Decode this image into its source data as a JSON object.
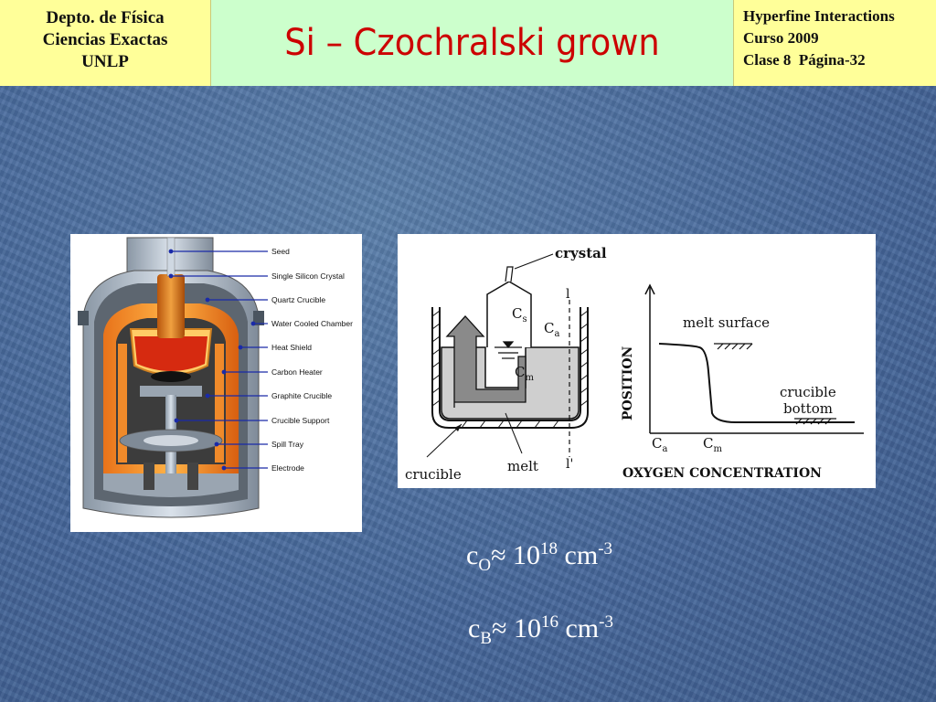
{
  "header": {
    "left_lines": [
      "Depto. de Física",
      "Ciencias Exactas",
      "UNLP"
    ],
    "title": "Si – Czochralski grown",
    "right_lines": [
      "Hyperfine Interactions",
      "Curso 2009",
      "Clase 8  Página-32"
    ]
  },
  "furnace": {
    "labels": [
      "Seed",
      "Single Silicon Crystal",
      "Quartz Crucible",
      "Water Cooled Chamber",
      "Heat Shield",
      "Carbon Heater",
      "Graphite Crucible",
      "Crucible Support",
      "Spill Tray",
      "Electrode"
    ]
  },
  "schematic": {
    "crystal": "crystal",
    "cs": "C",
    "cs_sub": "s",
    "ca": "C",
    "ca_sub": "a",
    "cm": "C",
    "cm_sub": "m",
    "l_top": "l",
    "l_bottom": "l'",
    "crucible": "crucible",
    "melt": "melt",
    "melt_surface": "melt surface",
    "crucible_bottom_1": "crucible",
    "crucible_bottom_2": "bottom",
    "position_axis": "POSITION",
    "x_axis": "OXYGEN CONCENTRATION",
    "tick_ca": "C",
    "tick_ca_sub": "a",
    "tick_cm": "C",
    "tick_cm_sub": "m"
  },
  "formulas": {
    "f1": {
      "main": "c",
      "sub": "O",
      "approx": "≈ 10",
      "exp": "18",
      "unit": " cm",
      "unit_exp": "-3"
    },
    "f2": {
      "main": "c",
      "sub": "B",
      "approx": "≈ 10",
      "exp": "16",
      "unit": " cm",
      "unit_exp": "-3"
    }
  }
}
